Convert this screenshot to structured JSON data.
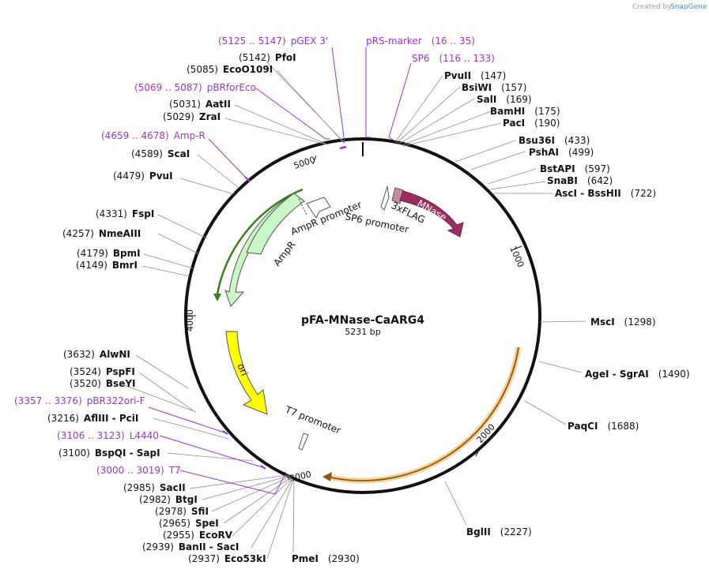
{
  "plasmid": {
    "name": "pFA-MNase-CaARG4",
    "length_label": "5231 bp"
  },
  "credit": {
    "prefix": "Created by",
    "brand": "SnapGene"
  },
  "ticks": [
    "1000",
    "2000",
    "3000",
    "4000",
    "5000"
  ],
  "features": {
    "ampr": "AmpR",
    "ampr_promoter": "AmpR promoter",
    "sp6_promoter": "SP6 promoter",
    "flag": "3xFLAG",
    "mnase": "MNase",
    "ori": "ori",
    "t7_promoter": "T7 promoter"
  },
  "colors": {
    "mnase": "#9b2f62",
    "flag": "#c98aa6",
    "ampr": "#c9f7c5",
    "ori": "#ffff00",
    "arg4_glow": "#f2d39a",
    "primer": "#9a33d6"
  },
  "enzymes": [
    {
      "n": "PfoI",
      "p": "(5142)"
    },
    {
      "n": "EcoO109I",
      "p": "(5085)"
    },
    {
      "n": "AatII",
      "p": "(5031)"
    },
    {
      "n": "ZraI",
      "p": "(5029)"
    },
    {
      "n": "ScaI",
      "p": "(4589)"
    },
    {
      "n": "PvuI",
      "p": "(4479)"
    },
    {
      "n": "FspI",
      "p": "(4331)"
    },
    {
      "n": "NmeAIII",
      "p": "(4257)"
    },
    {
      "n": "BpmI",
      "p": "(4179)"
    },
    {
      "n": "BmrI",
      "p": "(4149)"
    },
    {
      "n": "AlwNI",
      "p": "(3632)"
    },
    {
      "n": "PspFI",
      "p": "(3524)"
    },
    {
      "n": "BseYI",
      "p": "(3520)"
    },
    {
      "n": "AflIII - PciI",
      "p": "(3216)"
    },
    {
      "n": "BspQI - SapI",
      "p": "(3100)"
    },
    {
      "n": "SacII",
      "p": "(2985)"
    },
    {
      "n": "BtgI",
      "p": "(2982)"
    },
    {
      "n": "SfiI",
      "p": "(2978)"
    },
    {
      "n": "SpeI",
      "p": "(2965)"
    },
    {
      "n": "EcoRV",
      "p": "(2955)"
    },
    {
      "n": "BanII - SacI",
      "p": "(2939)"
    },
    {
      "n": "Eco53kI",
      "p": "(2937)"
    },
    {
      "n": "PmeI",
      "p": "(2930)"
    },
    {
      "n": "BglII",
      "p": "(2227)"
    },
    {
      "n": "PaqCI",
      "p": "(1688)"
    },
    {
      "n": "AgeI - SgrAI",
      "p": "(1490)"
    },
    {
      "n": "MscI",
      "p": "(1298)"
    },
    {
      "n": "AscI - BssHII",
      "p": "(722)"
    },
    {
      "n": "SnaBI",
      "p": "(642)"
    },
    {
      "n": "BstAPI",
      "p": "(597)"
    },
    {
      "n": "PshAI",
      "p": "(499)"
    },
    {
      "n": "Bsu36I",
      "p": "(433)"
    },
    {
      "n": "PacI",
      "p": "(190)"
    },
    {
      "n": "BamHI",
      "p": "(175)"
    },
    {
      "n": "SalI",
      "p": "(169)"
    },
    {
      "n": "BsiWI",
      "p": "(157)"
    },
    {
      "n": "PvuII",
      "p": "(147)"
    }
  ],
  "primers": [
    {
      "n": "pGEX 3'",
      "r": "(5125 .. 5147)"
    },
    {
      "n": "pRS-marker",
      "r": "(16 .. 35)"
    },
    {
      "n": "SP6",
      "r": "(116 .. 133)"
    },
    {
      "n": "pBRforEco",
      "r": "(5069 .. 5087)"
    },
    {
      "n": "Amp-R",
      "r": "(4659 .. 4678)"
    },
    {
      "n": "pBR322ori-F",
      "r": "(3357 .. 3376)"
    },
    {
      "n": "L4440",
      "r": "(3106 .. 3123)"
    },
    {
      "n": "T7",
      "r": "(3000 .. 3019)"
    }
  ]
}
